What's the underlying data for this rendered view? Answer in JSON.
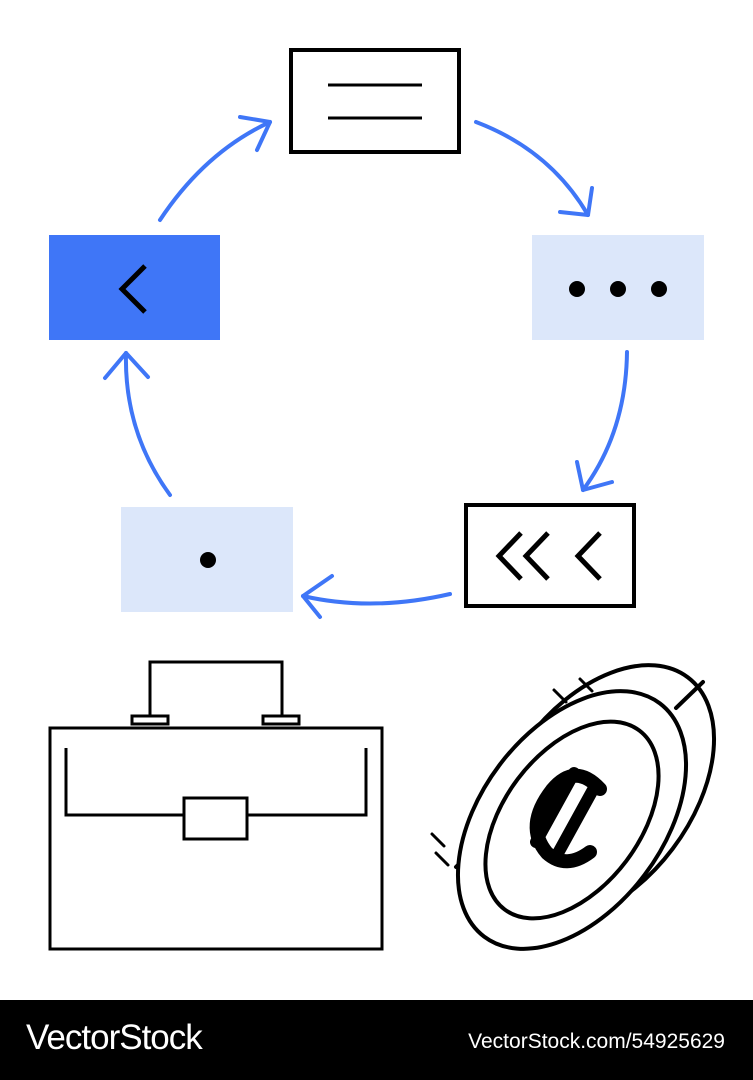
{
  "illustration": {
    "colors": {
      "stroke": "#000000",
      "accent": "#3F76F7",
      "light_fill": "#DCE7FA",
      "background": "#FFFFFF"
    },
    "cycle": {
      "direction": "clockwise",
      "cards": [
        {
          "position": "top",
          "icon": "text-lines-icon",
          "style": "outlined"
        },
        {
          "position": "right",
          "icon": "ellipsis-icon",
          "style": "light-filled"
        },
        {
          "position": "bottom-right",
          "icon": "triple-chevron-left-icon",
          "style": "outlined"
        },
        {
          "position": "bottom-left",
          "icon": "dot-icon",
          "style": "light-filled"
        },
        {
          "position": "left",
          "icon": "chevron-left-icon",
          "style": "accent-filled"
        }
      ]
    },
    "objects": [
      {
        "icon": "briefcase-icon"
      },
      {
        "icon": "euro-coin-icon"
      }
    ]
  },
  "footer": {
    "brand": "VectorStock",
    "image_ref": "VectorStock.com/54925629"
  }
}
